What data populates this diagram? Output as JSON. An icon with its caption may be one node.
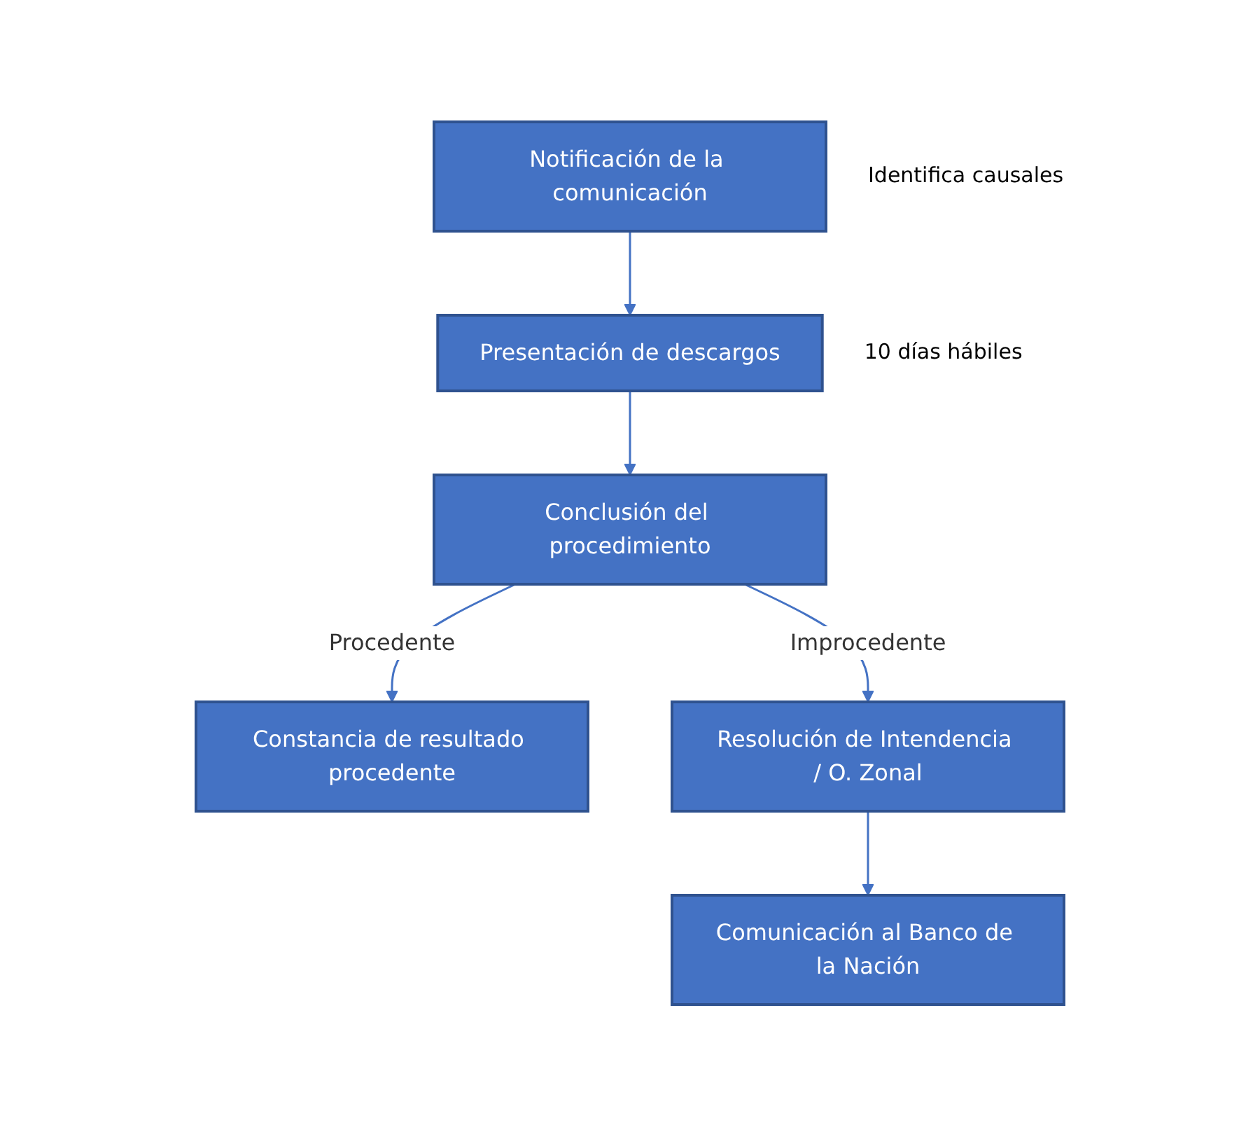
{
  "diagram": {
    "nodes": [
      {
        "text": [
          "Notificación de la comunicación"
        ],
        "beside": [
          "Identifica causales"
        ]
      },
      {
        "text": [
          "Presentación de descargos"
        ],
        "beside": [
          "10 días hábiles"
        ]
      },
      {
        "text": [
          "Conclusión del procedimiento"
        ]
      },
      {
        "text": [
          "Constancia de resultado procedente"
        ]
      },
      {
        "text": [
          "Resolución de Intendencia / O. Zonal"
        ]
      },
      {
        "text": [
          "Comunicación al Banco de la Nación"
        ]
      }
    ],
    "edges": [
      {
        "from": 0,
        "to": 1,
        "arrow": "to"
      },
      {
        "from": 1,
        "to": 2,
        "arrow": "to"
      },
      {
        "from": 2,
        "to": 3,
        "arrow": "to",
        "label": "Procedente"
      },
      {
        "from": 2,
        "to": 4,
        "arrow": "to",
        "label": "Improcedente"
      },
      {
        "from": 4,
        "to": 5,
        "arrow": "to"
      }
    ]
  }
}
